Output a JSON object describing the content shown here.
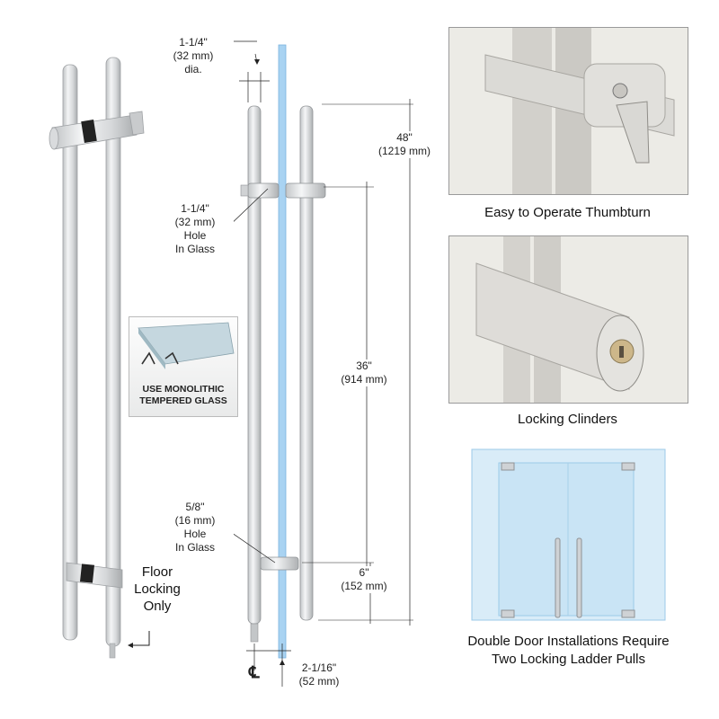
{
  "product_view": {
    "floor_locking_label": "Floor\nLocking\nOnly"
  },
  "badge": {
    "line1": "USE MONOLITHIC",
    "line2": "TEMPERED GLASS"
  },
  "dimensions": {
    "tube_diameter": "1-1/4\"\n(32 mm)\ndia.",
    "top_hole": "1-1/4\"\n(32 mm)\nHole\nIn Glass",
    "bottom_hole": "5/8\"\n(16 mm)\nHole\nIn Glass",
    "overall_length": "48\"\n(1219 mm)",
    "mount_spacing": "36\"\n(914 mm)",
    "bottom_offset": "6\"\n(152 mm)",
    "centerline_symbol": "℄",
    "projection": "2-1/16\"\n(52 mm)"
  },
  "photos": {
    "thumbturn_caption": "Easy to Operate Thumbturn",
    "cylinder_caption": "Locking Clinders",
    "double_door_caption": "Double Door Installations Require\nTwo Locking Ladder Pulls"
  },
  "colors": {
    "glass": "#a9d3f2",
    "metal": "#d4d6d8"
  }
}
